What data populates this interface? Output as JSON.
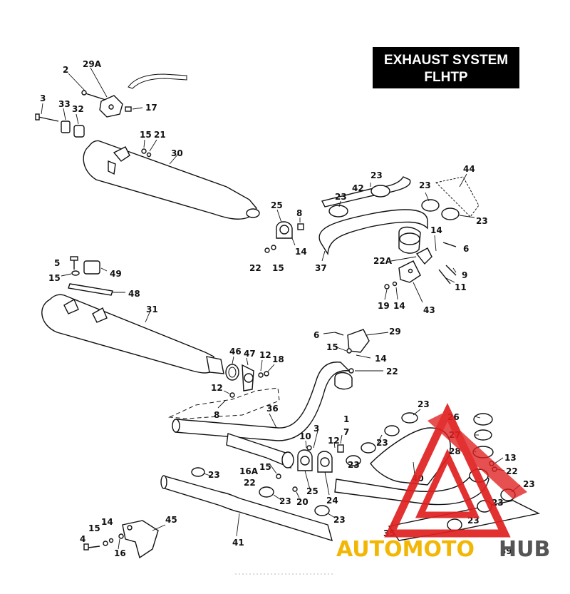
{
  "title": {
    "line1": "EXHAUST SYSTEM",
    "line2": "FLHTP"
  },
  "callouts": {
    "c2": "2",
    "c29a": "29A",
    "c3a": "3",
    "c33": "33",
    "c32": "32",
    "c17": "17",
    "c15a": "15",
    "c21": "21",
    "c30": "30",
    "c44": "44",
    "c23a": "23",
    "c42": "42",
    "c23b": "23",
    "c23c": "23",
    "c23d": "23",
    "c25a": "25",
    "c8a": "8",
    "c14a": "14",
    "c22a": "22",
    "c15b": "15",
    "c37": "37",
    "c14b": "14",
    "c6a": "6",
    "c22A": "22A",
    "c9": "9",
    "c11": "11",
    "c19": "19",
    "c14c": "14",
    "c43": "43",
    "c5": "5",
    "c49": "49",
    "c15c": "15",
    "c48": "48",
    "c31": "31",
    "c6b": "6",
    "c29": "29",
    "c15d": "15",
    "c14d": "14",
    "c22b": "22",
    "c46": "46",
    "c47": "47",
    "c12a": "12",
    "c18": "18",
    "c12b": "12",
    "c8b": "8",
    "c36": "36",
    "c23e": "23",
    "c26": "26",
    "c1": "1",
    "c7": "7",
    "c3b": "3",
    "c10": "10",
    "c12c": "12",
    "c27": "27",
    "c23f": "23",
    "c23g": "23",
    "c28": "28",
    "c13": "13",
    "c22c": "22",
    "c23h": "23",
    "c16A": "16A",
    "c15e": "15",
    "c22d": "22",
    "c25b": "25",
    "c40": "40",
    "c23i": "23",
    "c20": "20",
    "c24": "24",
    "c23j": "23",
    "c23k": "23",
    "c23l": "23",
    "c45": "45",
    "c14e": "14",
    "c15f": "15",
    "c4": "4",
    "c16": "16",
    "c41": "41",
    "c23m": "23",
    "c35": "35",
    "c39": "39"
  },
  "watermark": {
    "text_a": "AUTOMOTO",
    "text_b": "HUB",
    "color_a": "#f2b705",
    "color_b": "#555555",
    "logo_color": "#e02020"
  }
}
